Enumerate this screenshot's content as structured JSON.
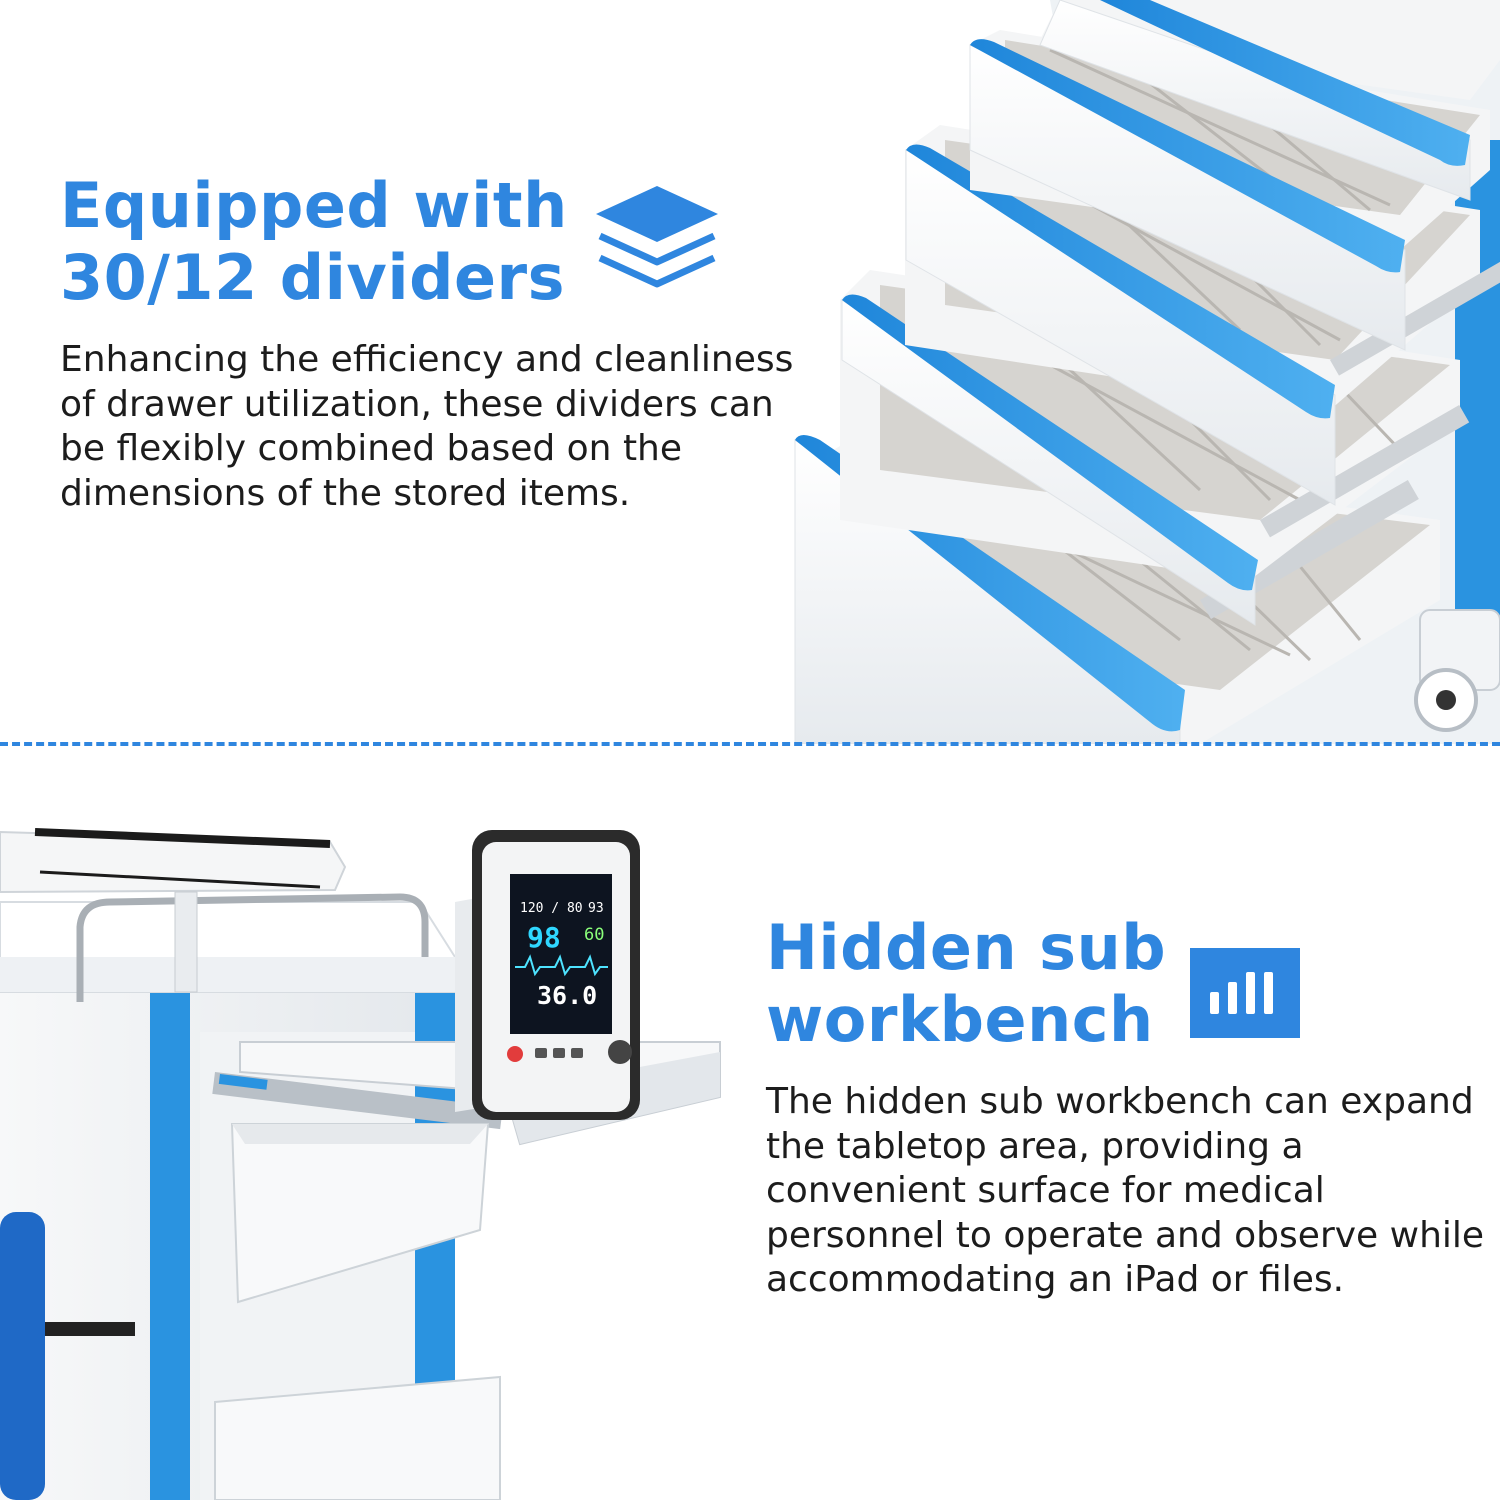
{
  "section_dividers": {
    "title_line1": "Equipped with",
    "title_line2": "30/12 dividers",
    "description": "Enhancing the efficiency and cleanliness of drawer utilization, these dividers can be flexibly combined based on the dimensions of the stored items.",
    "icon": "layers-icon"
  },
  "section_workbench": {
    "title_line1": "Hidden sub",
    "title_line2": "workbench",
    "description": "The hidden sub workbench can expand the tabletop area, providing a convenient surface for medical personnel to operate and observe while accommodating an iPad or files.",
    "icon": "bar-chart-icon"
  },
  "monitor_readout": {
    "bp": "120 / 80",
    "bp_rate": "93",
    "spo2": "98",
    "pulse": "60",
    "temp": "36.0"
  },
  "colors": {
    "accent": "#2f86df",
    "cart_blue": "#2a93e0",
    "text": "#1c1c1c"
  }
}
